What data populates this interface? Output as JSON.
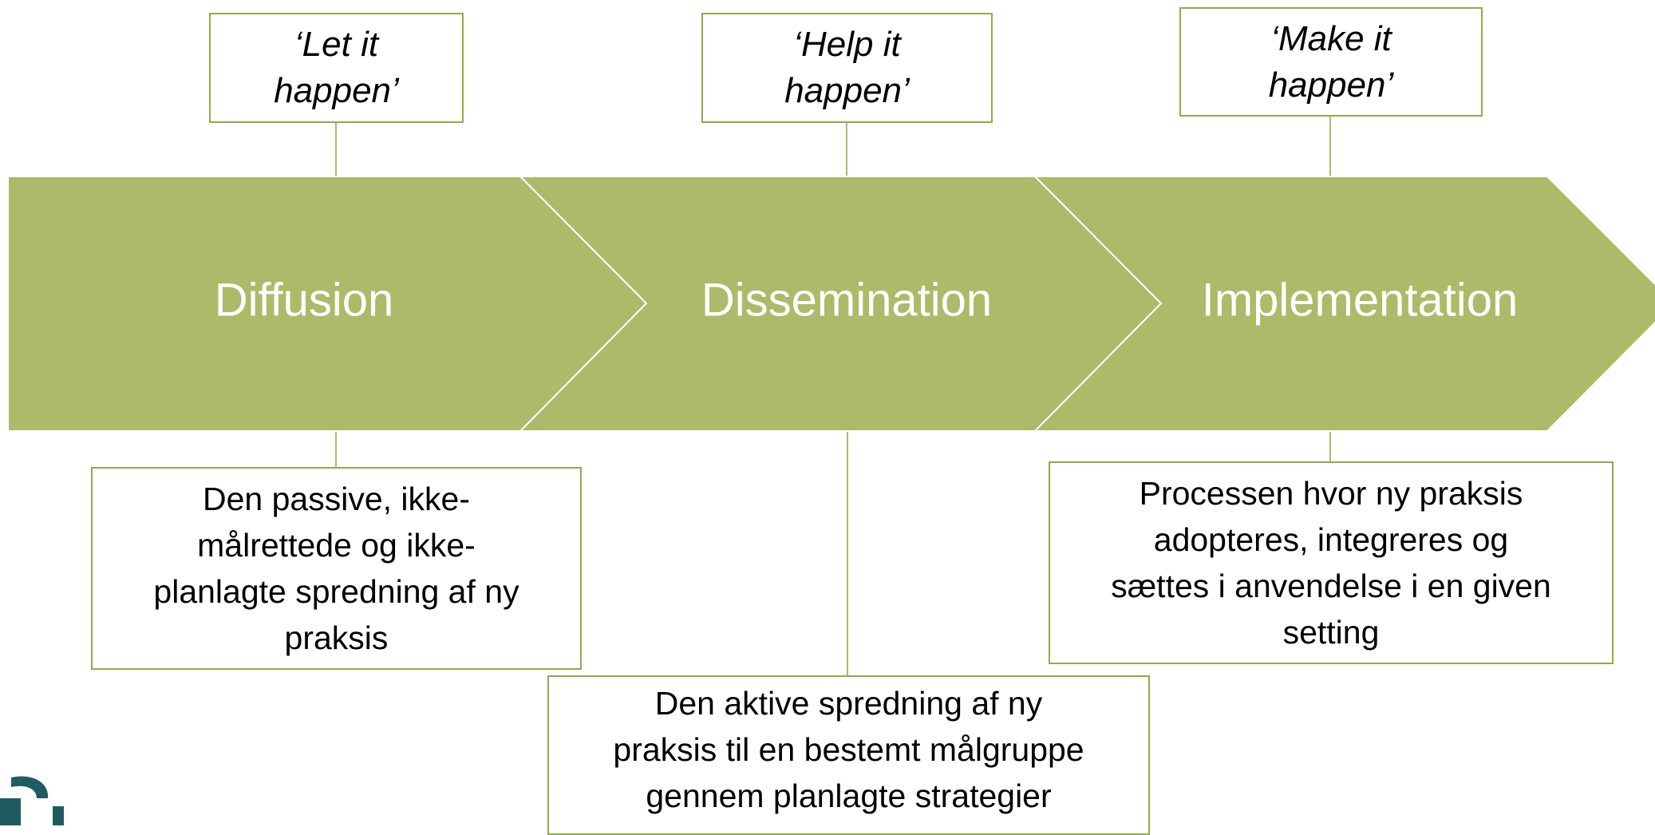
{
  "stages": [
    {
      "label": "Diffusion",
      "motto": "‘Let it\nhappen’",
      "description": "Den passive, ikke-\nmålrettede og ikke-\nplanlagte spredning af ny\npraksis"
    },
    {
      "label": "Dissemination",
      "motto": "‘Help it\nhappen’",
      "description": "Den aktive spredning af ny\npraksis til en bestemt målgruppe\ngennem planlagte strategier"
    },
    {
      "label": "Implementation",
      "motto": "‘Make it\nhappen’",
      "description": "Processen hvor ny praksis\nadopteres, integreres og\nsættes i anvendelse i en given\nsetting"
    }
  ],
  "colors": {
    "chevron_fill": "#adba69",
    "chevron_separator": "#ffffff",
    "box_border": "#8cad4a",
    "connector": "#adba69",
    "logo": "#1f5c60"
  },
  "icons": {
    "logo": "partial-logo-mark"
  }
}
